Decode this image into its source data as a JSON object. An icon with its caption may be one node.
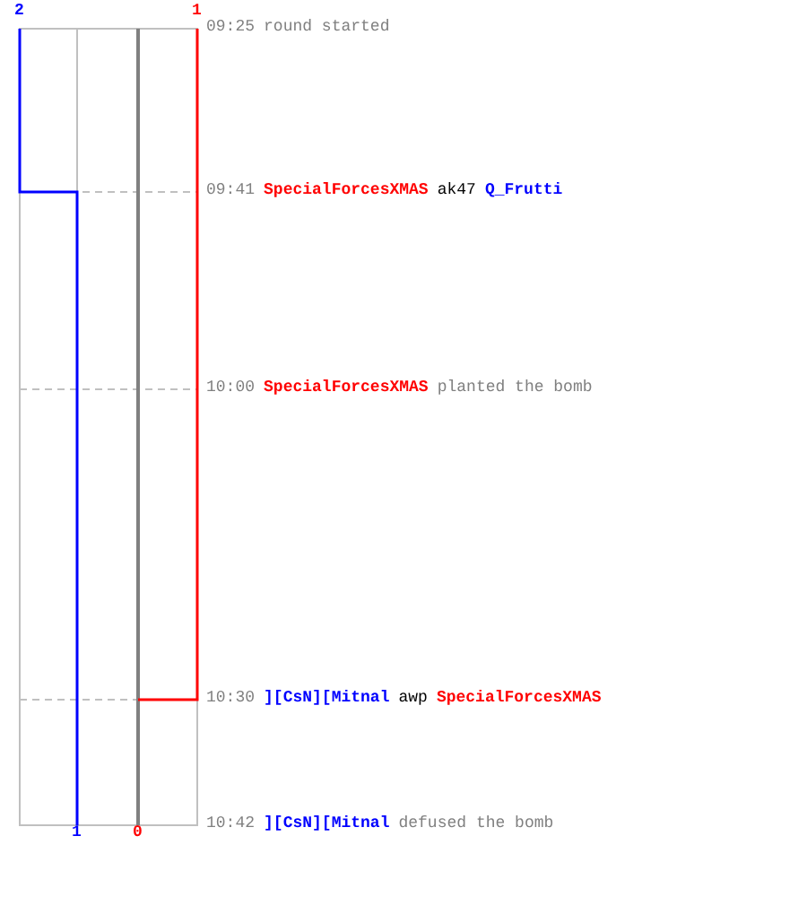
{
  "diagram": {
    "labels": [
      "2",
      "1",
      "09:25",
      "round started",
      "09:41",
      "SpecialForcesXMAS",
      "ak47",
      "Q_Frutti",
      "10:00",
      "SpecialForcesXMAS",
      "planted the bomb",
      "10:30",
      "][CsN][Mitnal",
      "awp",
      "SpecialForcesXMAS",
      "10:42",
      "][CsN][Mitnal",
      "defused the bomb",
      "1",
      "0"
    ]
  }
}
